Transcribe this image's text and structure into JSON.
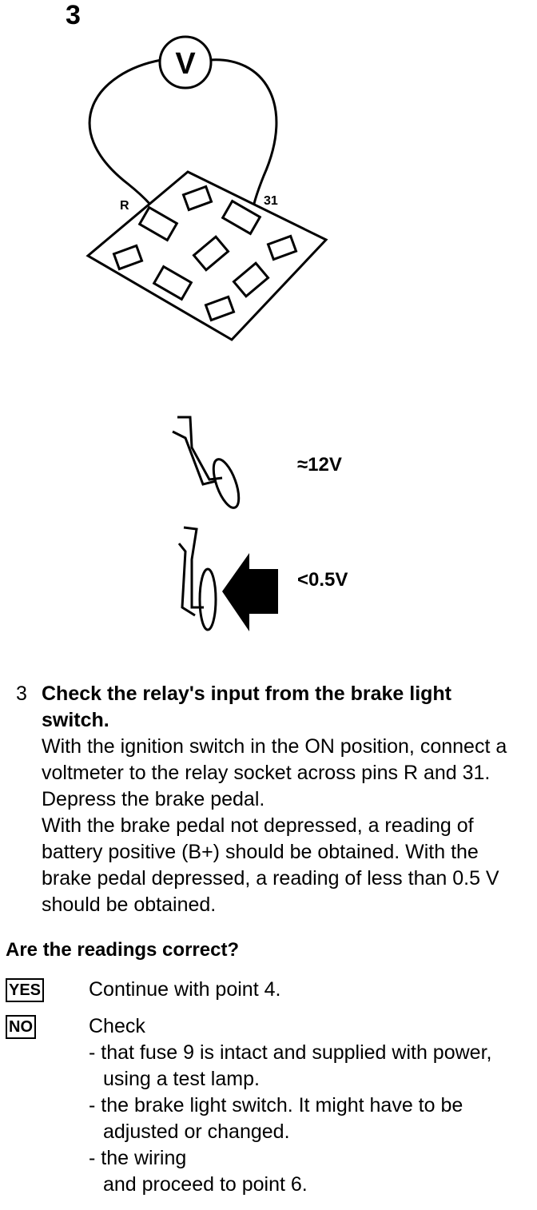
{
  "figure": {
    "number": "3",
    "meter_symbol": "V",
    "pin_r_label": "R",
    "pin_31_label": "31",
    "reading_released": "≈12V",
    "reading_pressed": "<0.5V"
  },
  "step": {
    "number": "3",
    "heading": "Check the relay's input from the brake light switch.",
    "paragraph1": "With the ignition switch in the ON position, connect a voltmeter to the relay socket across pins R and 31. Depress the brake pedal.",
    "paragraph2": "With the brake pedal not depressed, a reading of battery positive (B+) should be obtained. With the brake pedal depressed, a reading of less than 0.5 V should be obtained."
  },
  "question": "Are the readings correct?",
  "yes": {
    "badge": "YES",
    "text": "Continue with point 4."
  },
  "no": {
    "badge": "NO",
    "intro": "Check",
    "items": [
      "- that fuse 9 is intact and supplied with power, using a test lamp.",
      "- the brake light switch. It might have to be adjusted or changed.",
      "- the wiring"
    ],
    "closing": "and proceed to point 6."
  }
}
